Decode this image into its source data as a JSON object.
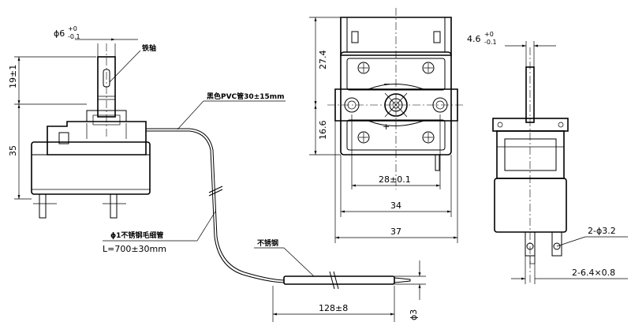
{
  "labels": {
    "shaft_dia_main": "ϕ6",
    "shaft_dia_tol_top": "+0",
    "shaft_dia_tol_bot": "-0.1",
    "iron_shaft": "铁轴",
    "shaft_height": "19±1",
    "body_height": "35",
    "pvc_tube": "黑色PVC管30±15mm",
    "capillary": "ϕ1不锈钢毛细管",
    "capillary_len": "L=700±30mm",
    "stainless": "不锈钢",
    "probe_len": "128±8",
    "probe_dia": "ϕ3",
    "front_upper": "27.4",
    "front_lower": "16.6",
    "width_holes": "28±0.1",
    "width_body": "34",
    "width_flange": "37",
    "side_shaft_main": "4.6",
    "side_shaft_tol_top": "+0",
    "side_shaft_tol_bot": "-0.1",
    "terminal_holes": "2-ϕ3.2",
    "terminal_size": "2-6.4×0.8",
    "minus_sign": "−",
    "plus_sign": "+"
  }
}
